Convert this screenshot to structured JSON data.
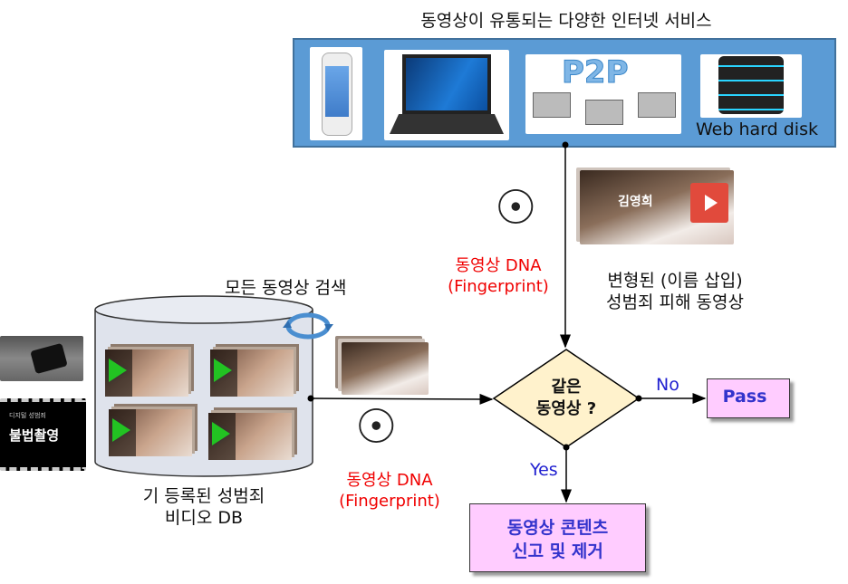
{
  "title": "동영상이 유통되는 다양한 인터넷 서비스",
  "services": {
    "items": [
      {
        "name": "smartphone"
      },
      {
        "name": "laptop"
      },
      {
        "name": "P2P",
        "label": "P2P"
      },
      {
        "name": "web-hard-disk",
        "label": "Web hard disk"
      }
    ]
  },
  "fingerprint_top": {
    "line1": "동영상 DNA",
    "line2": "(Fingerprint)"
  },
  "fingerprint_bottom": {
    "line1": "동영상 DNA",
    "line2": "(Fingerprint)"
  },
  "modified_video": {
    "overlay_name": "김영희",
    "caption_line1": "변형된 (이름 삽입)",
    "caption_line2": "성범죄 피해 동영상"
  },
  "search_label": "모든 동영상 검색",
  "db": {
    "caption_line1": "기 등록된 성범죄",
    "caption_line2": "비디오 DB"
  },
  "illegal_badge": {
    "small": "디지털 성범죄",
    "big": "불법촬영"
  },
  "decision": {
    "line1": "같은",
    "line2": "동영상 ?",
    "no_label": "No",
    "yes_label": "Yes"
  },
  "pass_box": "Pass",
  "report_box": {
    "line1": "동영상 콘텐츠",
    "line2": "신고 및 제거"
  },
  "colors": {
    "panel": "#5b9bd5",
    "panel_border": "#41719c",
    "diamond": "#fff2cc",
    "box": "#ffccff",
    "box_text": "#3333cc",
    "red": "#f00000"
  }
}
